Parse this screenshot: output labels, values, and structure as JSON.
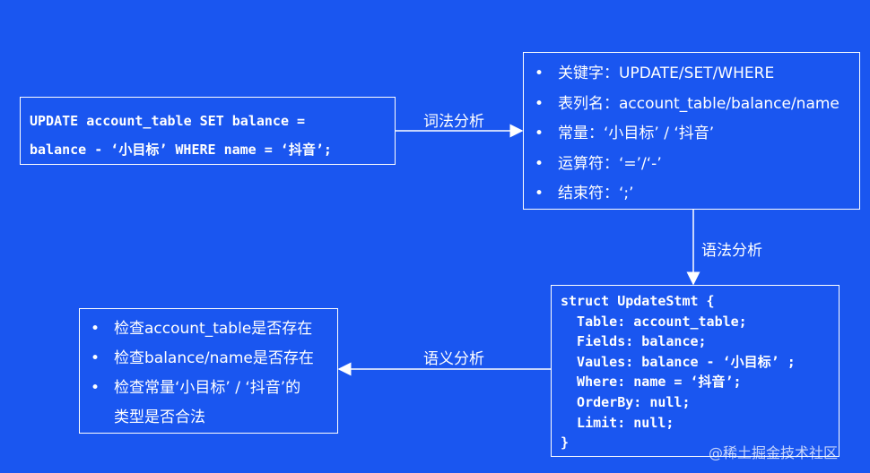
{
  "sql_box": {
    "lines": [
      "UPDATE account_table SET balance =",
      "balance - ‘小目标’ WHERE name = ‘抖音’;"
    ]
  },
  "lexical_label": "词法分析",
  "syntax_label": "语法分析",
  "semantic_label": "语义分析",
  "token_box": {
    "items": [
      "关键字：UPDATE/SET/WHERE",
      "表列名：account_table/balance/name",
      "常量：‘小目标’ / ‘抖音’",
      "运算符：‘=’/‘-’",
      "结束符：‘;’"
    ]
  },
  "struct_box": {
    "lines": [
      "struct UpdateStmt {",
      "  Table: account_table;",
      "  Fields: balance;",
      "  Vaules: balance - ‘小目标’ ;",
      "  Where: name = ‘抖音’;",
      "  OrderBy: null;",
      "  Limit: null;",
      "}"
    ]
  },
  "check_box": {
    "items": [
      "检查account_table是否存在",
      "检查balance/name是否存在",
      "检查常量‘小目标’ / ‘抖音’的",
      "类型是否合法"
    ]
  },
  "watermark": "@稀土掘金技术社区"
}
